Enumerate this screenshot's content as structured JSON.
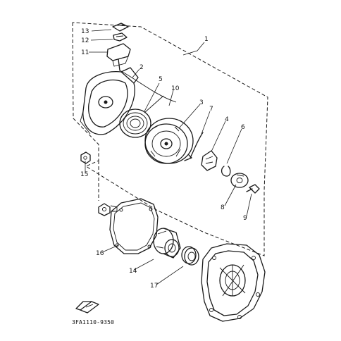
{
  "diagram": {
    "callouts": [
      "1",
      "2",
      "3",
      "4",
      "5",
      "6",
      "7",
      "8",
      "9",
      "10",
      "11",
      "12",
      "13",
      "14",
      "15",
      "16",
      "17"
    ],
    "drawing_code": "3FA1110-9350",
    "colors": {
      "ink": "#1a1a1a",
      "paper": "#ffffff"
    },
    "icons": [
      "front-arrow-icon"
    ]
  }
}
